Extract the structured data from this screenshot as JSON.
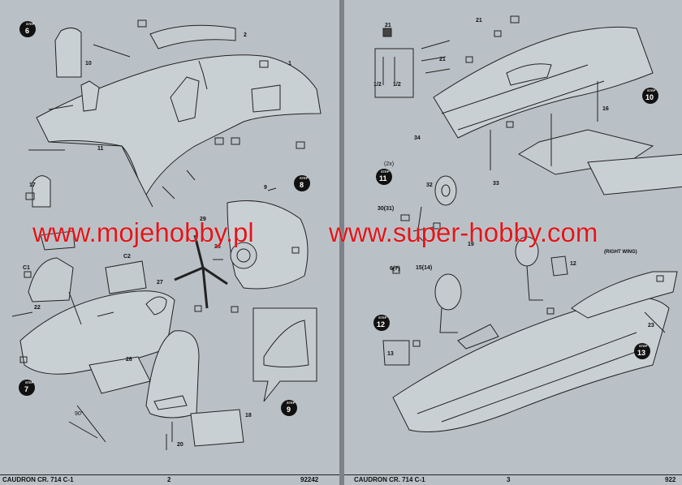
{
  "left_page": {
    "footer_title": "CAUDRON CR. 714 C-1",
    "footer_page": "2",
    "footer_code": "92242",
    "steps": [
      {
        "step_label": "STEP",
        "number": "6"
      },
      {
        "step_label": "STEP",
        "number": "7"
      },
      {
        "step_label": "STEP",
        "number": "8"
      },
      {
        "step_label": "STEP",
        "number": "9"
      }
    ],
    "part_numbers": [
      "1",
      "2",
      "10",
      "11",
      "17",
      "22",
      "26",
      "27",
      "28",
      "29",
      "9",
      "18",
      "20",
      "C1",
      "C2"
    ],
    "angle_label": "90°"
  },
  "right_page": {
    "footer_title": "CAUDRON CR. 714 C-1",
    "footer_page": "3",
    "footer_code": "922",
    "steps": [
      {
        "step_label": "STEP",
        "number": "10"
      },
      {
        "step_label": "STEP",
        "number": "11"
      },
      {
        "step_label": "STEP",
        "number": "12"
      },
      {
        "step_label": "STEP",
        "number": "13"
      }
    ],
    "part_numbers": [
      "21",
      "21",
      "21",
      "1/2",
      "1/2",
      "34",
      "16",
      "33",
      "32",
      "30(31)",
      "15(14)",
      "6(7)",
      "12",
      "13",
      "23",
      "19"
    ],
    "count_label": "(2x)",
    "wing_label": "(RIGHT WING)"
  },
  "watermark": {
    "left_text": "www.mojehobby.pl",
    "right_text": "www.super-hobby.com",
    "color": "#e0161b"
  },
  "colors": {
    "paper": "#b9c1c6",
    "ink": "#111111",
    "step_circle": "#111111"
  }
}
